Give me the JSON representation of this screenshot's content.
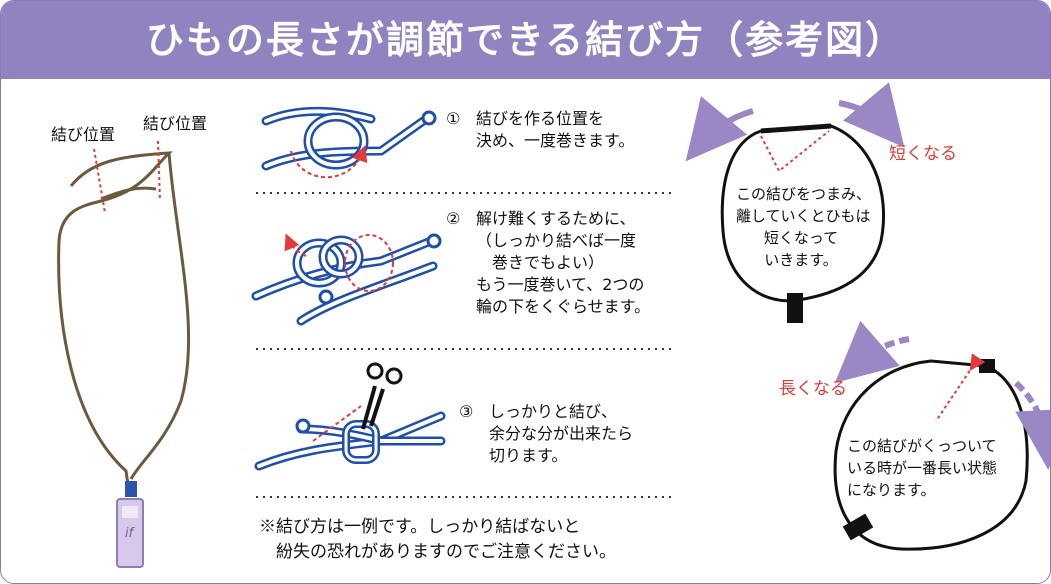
{
  "title": "ひもの長さが調節できる結び方（参考図）",
  "left": {
    "label_left": "結び位置",
    "label_right": "結び位置",
    "tag_text": "if"
  },
  "steps": [
    {
      "num": "①",
      "text": "結びを作る位置を\n決め、一度巻きます。"
    },
    {
      "num": "②",
      "text": "解け難くするために、\n（しっかり結べば一度\n　巻きでもよい）\nもう一度巻いて、2つの\n輪の下をくぐらせます。"
    },
    {
      "num": "③",
      "text": "しっかりと結び、\n余分な分が出来たら\n切ります。"
    }
  ],
  "note": "※結び方は一例です。しっかり結ばないと\n　紛失の恐れがありますのでご注意ください。",
  "right_top": {
    "shorter_label": "短くなる",
    "inner_text": "この結びをつまみ、\n離していくとひもは\n短くなって\nいきます。"
  },
  "right_bottom": {
    "longer_label": "長くなる",
    "inner_text": "この結びがくっついて\nいる時が一番長い状態\nになります。"
  },
  "colors": {
    "banner": "#9183c0",
    "arrow_purple": "#9b87c4",
    "rope_blue": "#1f4fa8",
    "accent_red": "#e23a3a",
    "cord_brown": "#6b5a3e"
  }
}
